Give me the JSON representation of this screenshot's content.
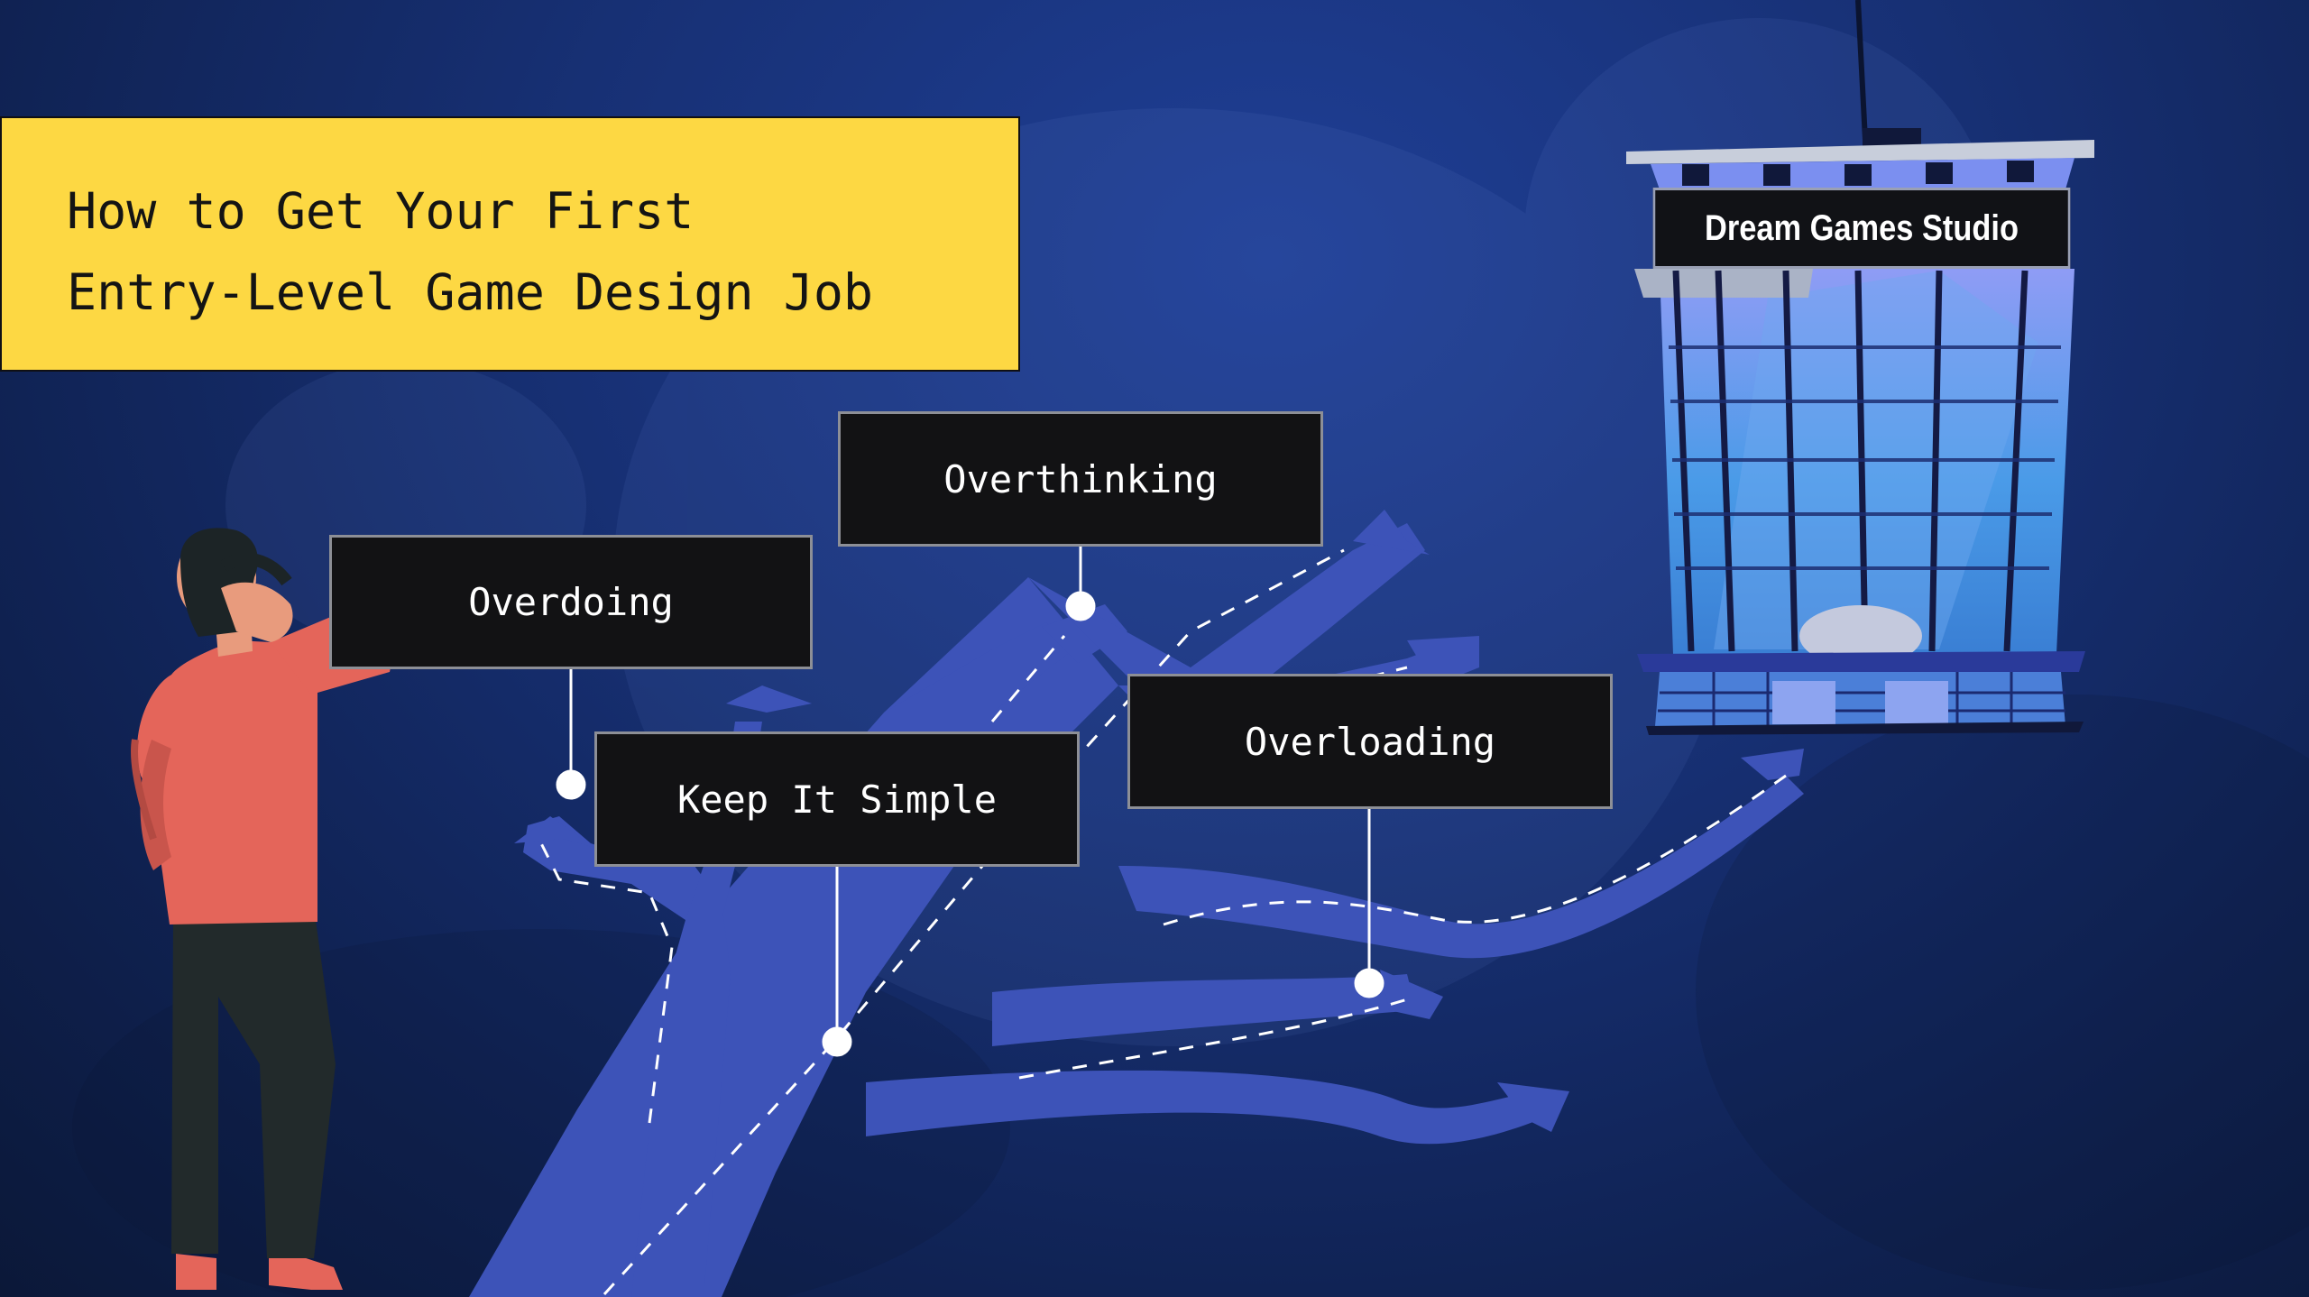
{
  "title": {
    "line1": "How to Get Your First",
    "line2": "Entry-Level Game Design Job"
  },
  "paths": {
    "overthinking": "Overthinking",
    "overdoing": "Overdoing",
    "keep_it_simple": "Keep It Simple",
    "overloading": "Overloading"
  },
  "studio": {
    "name": "Dream Games Studio"
  },
  "colors": {
    "background": "#173074",
    "title_card": "#fdd843",
    "road": "#3d53b8",
    "label_bg": "#121214",
    "shirt": "#e4655a",
    "pants": "#222a2b"
  },
  "icons": [
    "person-thinking-icon",
    "building-icon",
    "road-arrows-icon"
  ]
}
